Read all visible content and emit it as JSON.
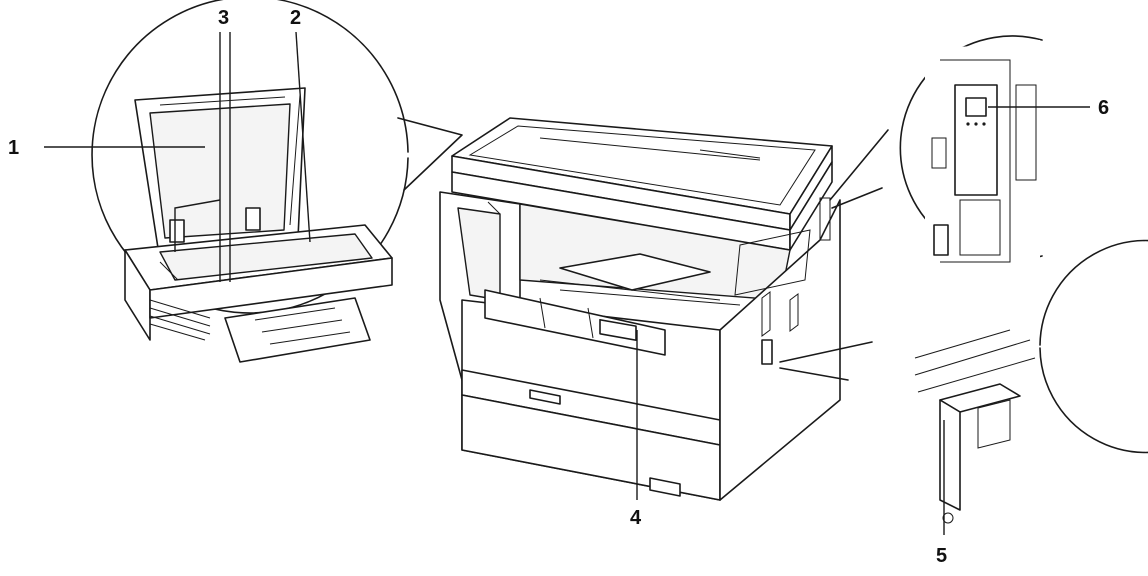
{
  "callouts": [
    {
      "id": "1",
      "label": "1"
    },
    {
      "id": "2",
      "label": "2"
    },
    {
      "id": "3",
      "label": "3"
    },
    {
      "id": "4",
      "label": "4"
    },
    {
      "id": "5",
      "label": "5"
    },
    {
      "id": "6",
      "label": "6"
    }
  ],
  "colors": {
    "line": "#1a1a1a",
    "paper": "#ffffff"
  }
}
